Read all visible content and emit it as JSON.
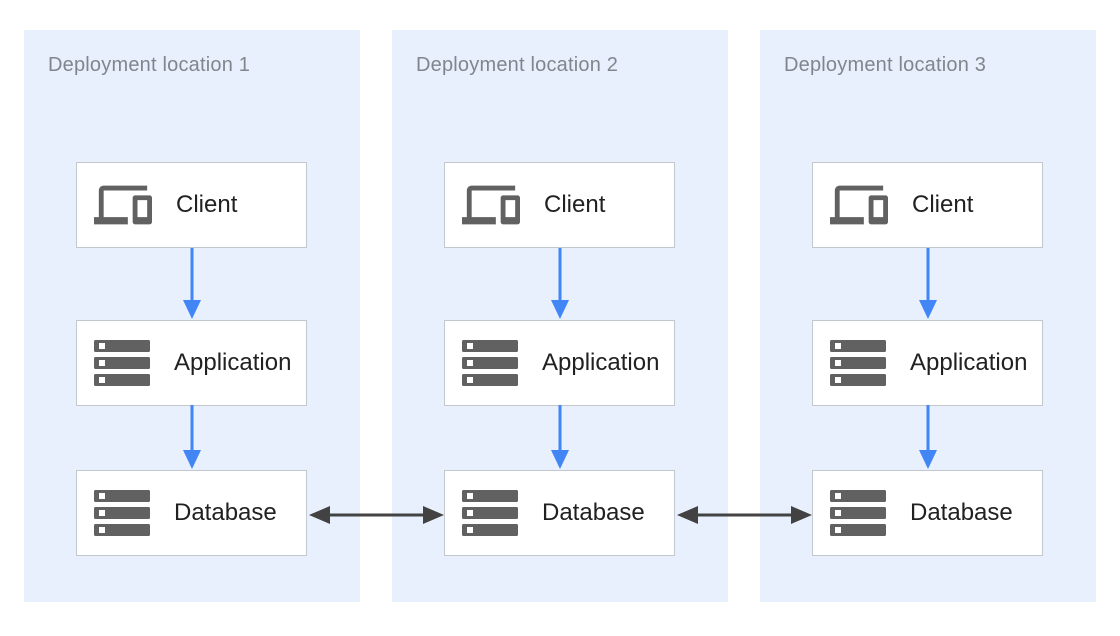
{
  "diagram": {
    "type": "deployment-architecture",
    "colors": {
      "panel_bg": "#e8f0fe",
      "panel_title": "#80868b",
      "node_bg": "#ffffff",
      "node_border": "#c3c8cd",
      "node_label": "#212121",
      "icon_gray": "#616161",
      "flow_arrow_blue": "#4285f4",
      "sync_arrow_dark": "#424242"
    },
    "panels": [
      {
        "title": "Deployment location 1",
        "nodes": [
          {
            "label": "Client",
            "icon": "devices-icon"
          },
          {
            "label": "Application",
            "icon": "server-stack-icon"
          },
          {
            "label": "Database",
            "icon": "server-stack-icon"
          }
        ]
      },
      {
        "title": "Deployment location 2",
        "nodes": [
          {
            "label": "Client",
            "icon": "devices-icon"
          },
          {
            "label": "Application",
            "icon": "server-stack-icon"
          },
          {
            "label": "Database",
            "icon": "server-stack-icon"
          }
        ]
      },
      {
        "title": "Deployment location 3",
        "nodes": [
          {
            "label": "Client",
            "icon": "devices-icon"
          },
          {
            "label": "Application",
            "icon": "server-stack-icon"
          },
          {
            "label": "Database",
            "icon": "server-stack-icon"
          }
        ]
      }
    ],
    "connections": [
      {
        "from": "Client",
        "to": "Application",
        "style": "directed-down",
        "color": "#4285f4",
        "scope": "each location"
      },
      {
        "from": "Application",
        "to": "Database",
        "style": "directed-down",
        "color": "#4285f4",
        "scope": "each location"
      },
      {
        "from": "Database location 1",
        "to": "Database location 2",
        "style": "bidirectional",
        "color": "#424242"
      },
      {
        "from": "Database location 2",
        "to": "Database location 3",
        "style": "bidirectional",
        "color": "#424242"
      }
    ]
  }
}
